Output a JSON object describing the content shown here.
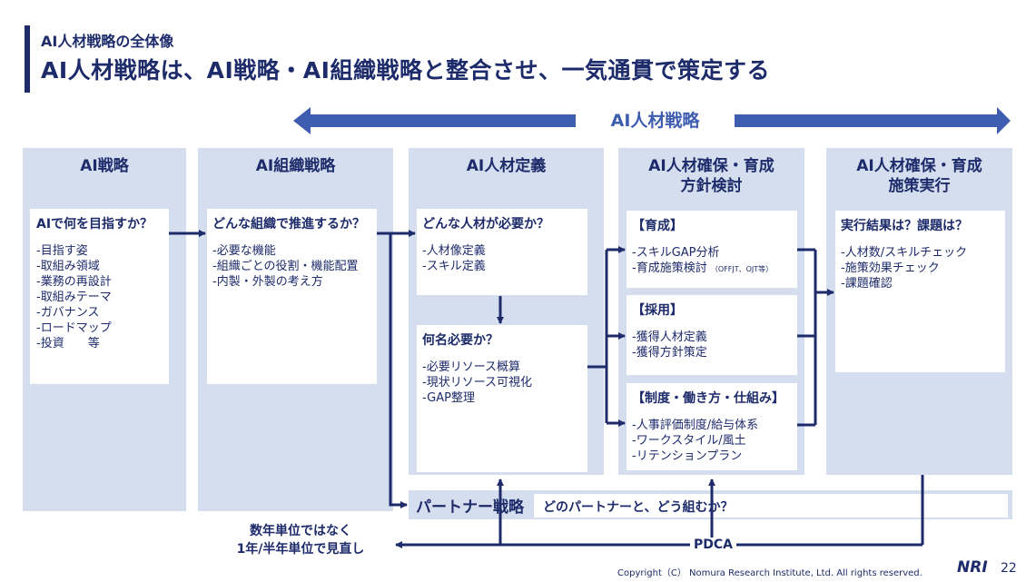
{
  "header": {
    "subtitle": "AI人材戦略の全体像",
    "title": "AI人材戦略は、AI戦略・AI組織戦略と整合させ、一気通貫で策定する"
  },
  "banner": {
    "label": "AI人材戦略"
  },
  "columns": [
    {
      "title": "AI戦略",
      "box": {
        "heading": "AIで何を目指すか？",
        "items": [
          "-目指す姿",
          "-取組み領域",
          "-業務の再設計",
          "-取組みテーマ",
          "-ガバナンス",
          "-ロードマップ",
          "-投資　　等"
        ]
      }
    },
    {
      "title": "AI組織戦略",
      "box": {
        "heading": "どんな組織で推進するか？",
        "items": [
          "-必要な機能",
          "-組織ごとの役割・機能配置",
          "-内製・外製の考え方"
        ]
      }
    },
    {
      "title": "AI人材定義",
      "boxes": [
        {
          "heading": "どんな人材が必要か？",
          "items": [
            "-人材像定義",
            "-スキル定義"
          ]
        },
        {
          "heading": "何名必要か？",
          "items": [
            "-必要リソース概算",
            "-現状リソース可視化",
            "-GAP整理"
          ]
        }
      ]
    },
    {
      "title_line1": "AI人材確保・育成",
      "title_line2": "方針検討",
      "boxes": [
        {
          "heading": "【育成】",
          "items": [
            "-スキルGAP分析",
            "-育成施策検討"
          ],
          "note": "（OFFJT、OJT等）"
        },
        {
          "heading": "【採用】",
          "items": [
            "-獲得人材定義",
            "-獲得方針策定"
          ]
        },
        {
          "heading": "【制度・働き方・仕組み】",
          "items": [
            "-人事評価制度/給与体系",
            "-ワークスタイル/風土",
            "-リテンションプラン"
          ]
        }
      ]
    },
    {
      "title_line1": "AI人材確保・育成",
      "title_line2": "施策実行",
      "box": {
        "heading": "実行結果は？課題は？",
        "items": [
          "-人材数/スキルチェック",
          "-施策効果チェック",
          "-課題確認"
        ]
      }
    }
  ],
  "partner": {
    "label": "パートナー戦略",
    "question": "どのパートナーと、どう組むか？"
  },
  "pdca": "PDCA",
  "review": {
    "line1": "数年単位ではなく",
    "line2": "1年/半年単位で見直し"
  },
  "footer": {
    "copyright": "Copyright（C） Nomura Research Institute, Ltd. All rights reserved.",
    "logo": "NRI",
    "page": "22"
  },
  "colors": {
    "navy": "#1d2b6b",
    "banner_blue": "#3e5db0",
    "column_bg": "#d4deee"
  }
}
